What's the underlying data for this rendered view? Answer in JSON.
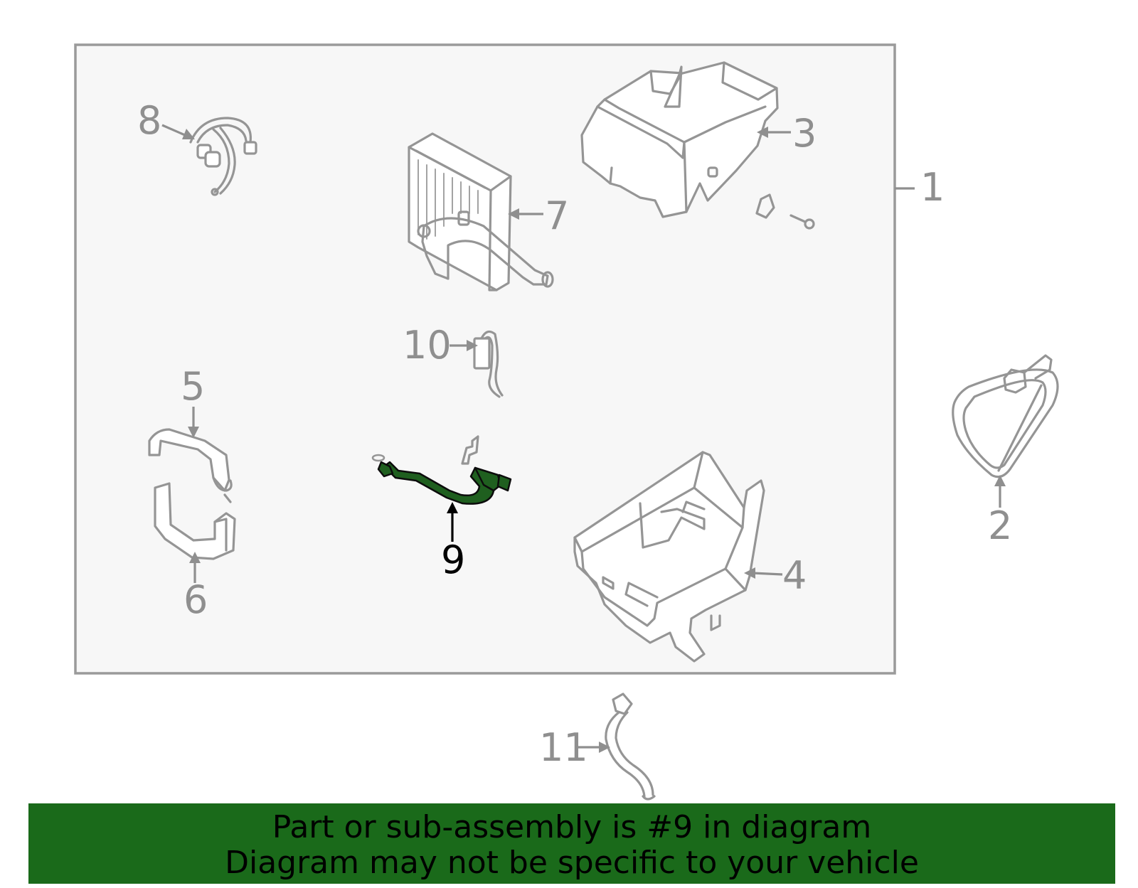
{
  "diagram": {
    "callouts": [
      {
        "id": "1",
        "label": "1"
      },
      {
        "id": "2",
        "label": "2"
      },
      {
        "id": "3",
        "label": "3"
      },
      {
        "id": "4",
        "label": "4"
      },
      {
        "id": "5",
        "label": "5"
      },
      {
        "id": "6",
        "label": "6"
      },
      {
        "id": "7",
        "label": "7"
      },
      {
        "id": "8",
        "label": "8"
      },
      {
        "id": "9",
        "label": "9"
      },
      {
        "id": "10",
        "label": "10"
      },
      {
        "id": "11",
        "label": "11"
      }
    ],
    "highlighted_part": "9",
    "colors": {
      "highlight": "#1f5f1f",
      "banner": "#1a6a1a",
      "frame_fill": "#f7f7f7",
      "line": "#959595"
    }
  },
  "banner": {
    "line1": "Part or sub-assembly is #9 in diagram",
    "line2": "Diagram may not be specific to your vehicle"
  }
}
